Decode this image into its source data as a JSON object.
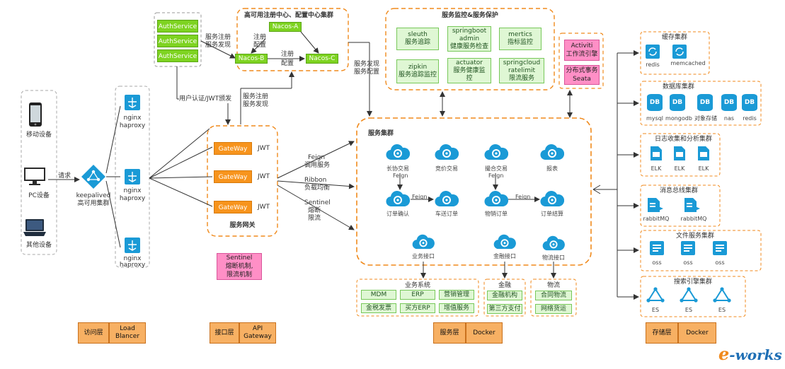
{
  "clients": {
    "mobile": "移动设备",
    "pc": "PC设备",
    "other": "其他设备",
    "request": "请求"
  },
  "keepalived": {
    "line1": "keepalived",
    "line2": "高可用集群"
  },
  "nginx": {
    "line1": "nginx",
    "line2": "haproxy"
  },
  "gateway": {
    "nodes": [
      "GateWay",
      "GateWay",
      "GateWay"
    ],
    "jwt": "JWT",
    "title": "服务网关",
    "sentinel": [
      "Sentinel",
      "熔断机制,",
      "限流机制"
    ]
  },
  "auth": {
    "nodes": [
      "AuthService",
      "AuthService",
      "AuthService"
    ],
    "reg": [
      "服务注册",
      "服务发现"
    ],
    "jwt_label": "用户认证/JWT颁发"
  },
  "registry": {
    "title": "高可用注册中心、配置中心集群",
    "nacos_a": "Nacos-A",
    "nacos_b": "Nacos-B",
    "nacos_c": "Nacos-C",
    "reg_cfg_left": [
      "注册",
      "配置"
    ],
    "reg_cfg_mid": [
      "注册",
      "配置"
    ],
    "gw_reg": [
      "服务注册",
      "服务发现"
    ],
    "svc_discover": [
      "服务发现",
      "服务配置"
    ]
  },
  "monitor": {
    "title": "服务监控&服务保护",
    "items": [
      [
        "sleuth",
        "服务追踪"
      ],
      [
        "springboot",
        "admin",
        "健康服务检查"
      ],
      [
        "mertics",
        "指标监控"
      ],
      [
        "zipkin",
        "服务追踪监控"
      ],
      [
        "actuator",
        "服务健康监",
        "控"
      ],
      [
        "springcloud",
        "ratelimit",
        "限流服务"
      ]
    ]
  },
  "workflow": {
    "activiti": [
      "Activiti",
      "工作流引擎"
    ],
    "seata": [
      "分布式事务",
      "Seata"
    ]
  },
  "gw_links": {
    "feign": [
      "Feign",
      "调用服务"
    ],
    "ribbon": [
      "Ribbon",
      "负载均衡"
    ],
    "sentinel": [
      "Sentinel",
      "熔断",
      "限流"
    ]
  },
  "cluster": {
    "title": "服务集群",
    "nodes": [
      "长协交易",
      "竞价交易",
      "撮合交易",
      "报表",
      "订单确认",
      "车送订单",
      "物销订单",
      "订单结算"
    ],
    "feign": "Feign",
    "interfaces": [
      "业务接口",
      "金融接口",
      "物流接口"
    ]
  },
  "systems": {
    "biz_title": "业务系统",
    "biz": [
      "MDM",
      "ERP",
      "营销管理",
      "金税发票",
      "买方ERP",
      "增值服务"
    ],
    "fin_title": "金融",
    "fin": [
      "金融机构",
      "第三方支付"
    ],
    "log_title": "物流",
    "log": [
      "合同物流",
      "网络货运"
    ]
  },
  "storage": {
    "cache_title": "缓存集群",
    "cache": [
      "redis",
      "memcached"
    ],
    "db_title": "数据库集群",
    "db": [
      "mysql",
      "mongodb",
      "对象存储",
      "nas",
      "redis"
    ],
    "db_icon": "DB",
    "log_title": "日志收集和分析集群",
    "log": [
      "ELK",
      "ELK",
      "ELK"
    ],
    "mq_title": "消息总线集群",
    "mq": [
      "rabbitMQ",
      "rabbitMQ"
    ],
    "file_title": "文件服务集群",
    "file": [
      "oss",
      "oss",
      "oss"
    ],
    "search_title": "搜索引擎集群",
    "search": [
      "ES",
      "ES",
      "ES"
    ]
  },
  "legend": {
    "access": "访问层",
    "lb": [
      "Load",
      "Blancer"
    ],
    "api_layer": "接口层",
    "api_gw": [
      "API",
      "Gateway"
    ],
    "svc_layer": "服务层",
    "docker1": "Docker",
    "store_layer": "存储层",
    "docker2": "Docker"
  },
  "logo": {
    "e": "e",
    "rest": "-works"
  },
  "colors": {
    "green": "#7ed321",
    "orange": "#f7941d",
    "pink": "#ff8fc6",
    "blue": "#1a9ad6",
    "dash": "#f08a1c"
  },
  "icons": {
    "mobile": "smartphone-icon",
    "pc": "monitor-icon",
    "other": "laptop-icon",
    "balancer": "network-diamond-icon",
    "nginx": "nginx-hub-icon",
    "service": "gear-cloud-icon",
    "cache": "sync-icon",
    "db": "database-icon",
    "log": "log-file-icon",
    "mq": "message-queue-icon",
    "file": "document-icon",
    "search": "triangle-network-icon"
  }
}
